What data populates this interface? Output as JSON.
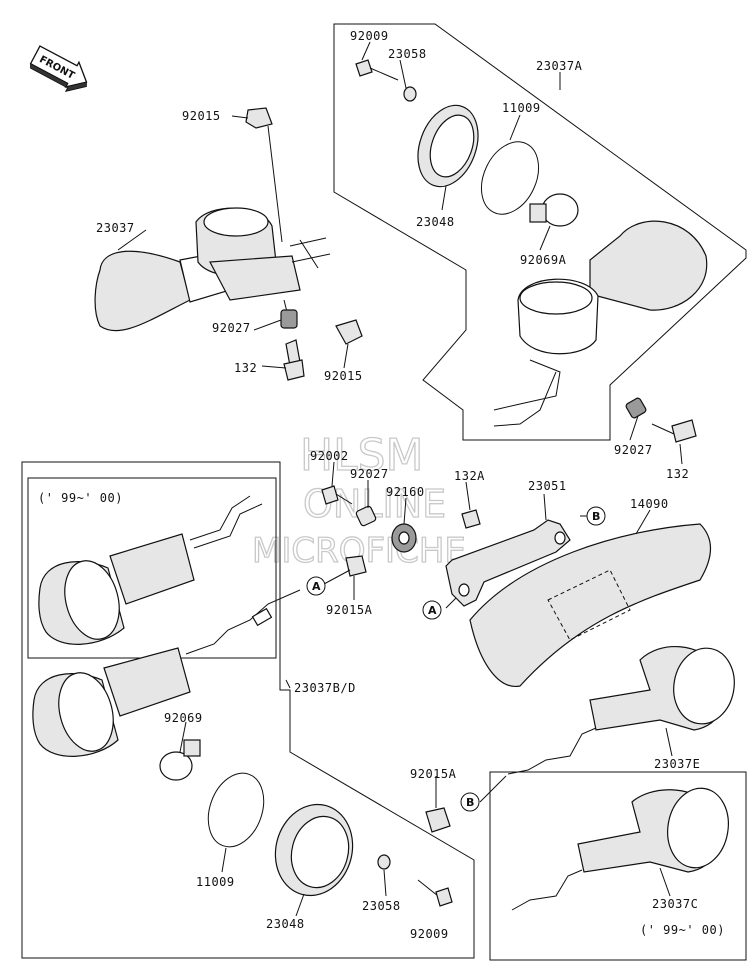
{
  "front_label": "FRONT",
  "watermark": [
    "HLSM",
    "ONLINE",
    "MICROFICHE"
  ],
  "year_note_top": "(' 99~' 00)",
  "year_note_bottom": "(' 99~' 00)",
  "callouts": [
    "A",
    "A",
    "B",
    "B"
  ],
  "parts": [
    "92009",
    "23058",
    "23037A",
    "11009",
    "92015",
    "23037",
    "23048",
    "92069A",
    "92027",
    "132",
    "92015",
    "92002",
    "92027",
    "132A",
    "92160",
    "23051",
    "14090",
    "92015A",
    "92027",
    "132",
    "23037B/D",
    "92069",
    "11009",
    "23048",
    "23058",
    "92009",
    "92015A",
    "23037E",
    "23037C"
  ]
}
